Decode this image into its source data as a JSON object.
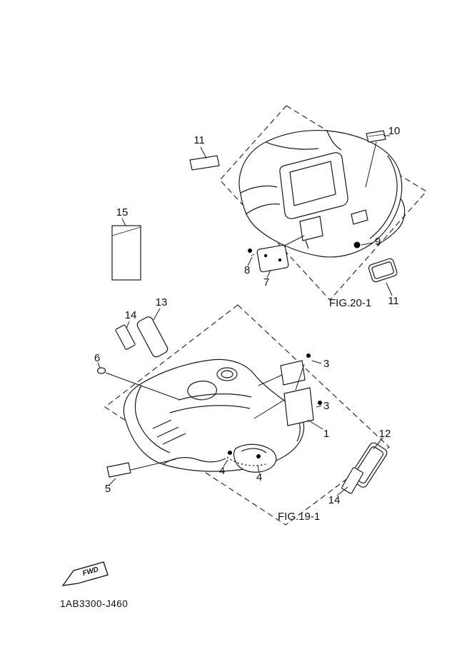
{
  "page": {
    "part_number": "1AB3300-J460",
    "fwd_label": "FWD",
    "figure_labels": {
      "fig20": "FIG.20-1",
      "fig19": "FIG.19-1"
    },
    "callouts": {
      "c11a": "11",
      "c10": "10",
      "c15": "15",
      "c9": "9",
      "c8": "8",
      "c7": "7",
      "c11b": "11",
      "c13": "13",
      "c14a": "14",
      "c6": "6",
      "c3a": "3",
      "c3b": "3",
      "c1": "1",
      "c12": "12",
      "c4a": "4",
      "c4b": "4",
      "c5": "5",
      "c14b": "14"
    },
    "colors": {
      "line": "#1a1a1a",
      "background": "#ffffff"
    }
  }
}
